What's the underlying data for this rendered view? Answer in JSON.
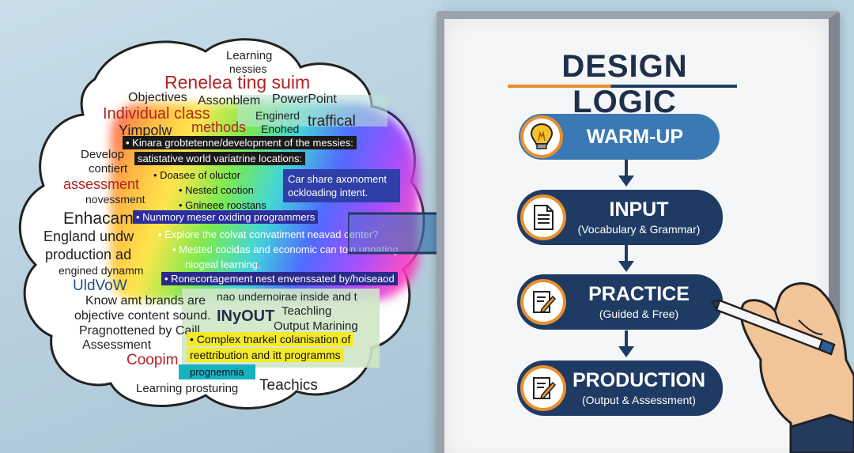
{
  "board": {
    "title": "DESIGN LOGIC",
    "colors": {
      "navy": "#1f3b63",
      "orange": "#e8902f",
      "blue": "#3a79b3"
    },
    "stages": [
      {
        "label": "WARM-UP",
        "sub": "",
        "icon": "lightbulb-icon"
      },
      {
        "label": "INPUT",
        "sub": "(Vocabulary & Grammar)",
        "icon": "document-icon"
      },
      {
        "label": "PRACTICE",
        "sub": "(Guided & Free)",
        "icon": "pencil-notepad-icon"
      },
      {
        "label": "PRODUCTION",
        "sub": "(Output & Assessment)",
        "icon": "pencil-notepad-icon"
      }
    ]
  },
  "cloud": {
    "words": [
      "Learning",
      "nessies",
      "Renelea ting suim",
      "Objectives",
      "Assonblem",
      "PowerPoint",
      "Individual class",
      "Enginerd",
      "traffical",
      "Yimpolw",
      "methods",
      "Enohed",
      "Develop",
      "contiert",
      "assessment",
      "novessment",
      "Enhacam",
      "England undw",
      "production ad",
      "engined dynamm",
      "UldVoW",
      "Know amt brands are",
      "objective content sound.",
      "Pragnottened by Caill",
      "Assessment",
      "Coopim",
      "Learning prosturing",
      "Teachics",
      "INyOUT",
      "Teachling",
      "Output Marining",
      "nao undernoirae inside and t"
    ],
    "highlights": [
      "• Kinara grobtetenne/development of the messies:",
      "satistative world variatrine locations:",
      "• Doasee of oluctor",
      "• Nested cootion",
      "• Gnineee roostans",
      "Car share axonoment ockloading intent.",
      "• Nunmory meser oxiding programmers",
      "• Explore the colvat convatiment neavad center?",
      "• Mested cocidas and economic can toin unoating",
      "niogeal learning.",
      "• Ronecortagement nest envenssated by/hoiseaod",
      "• Complex tnarkel colanisation of",
      "reettribution and itt programms",
      "prognemnia"
    ]
  }
}
